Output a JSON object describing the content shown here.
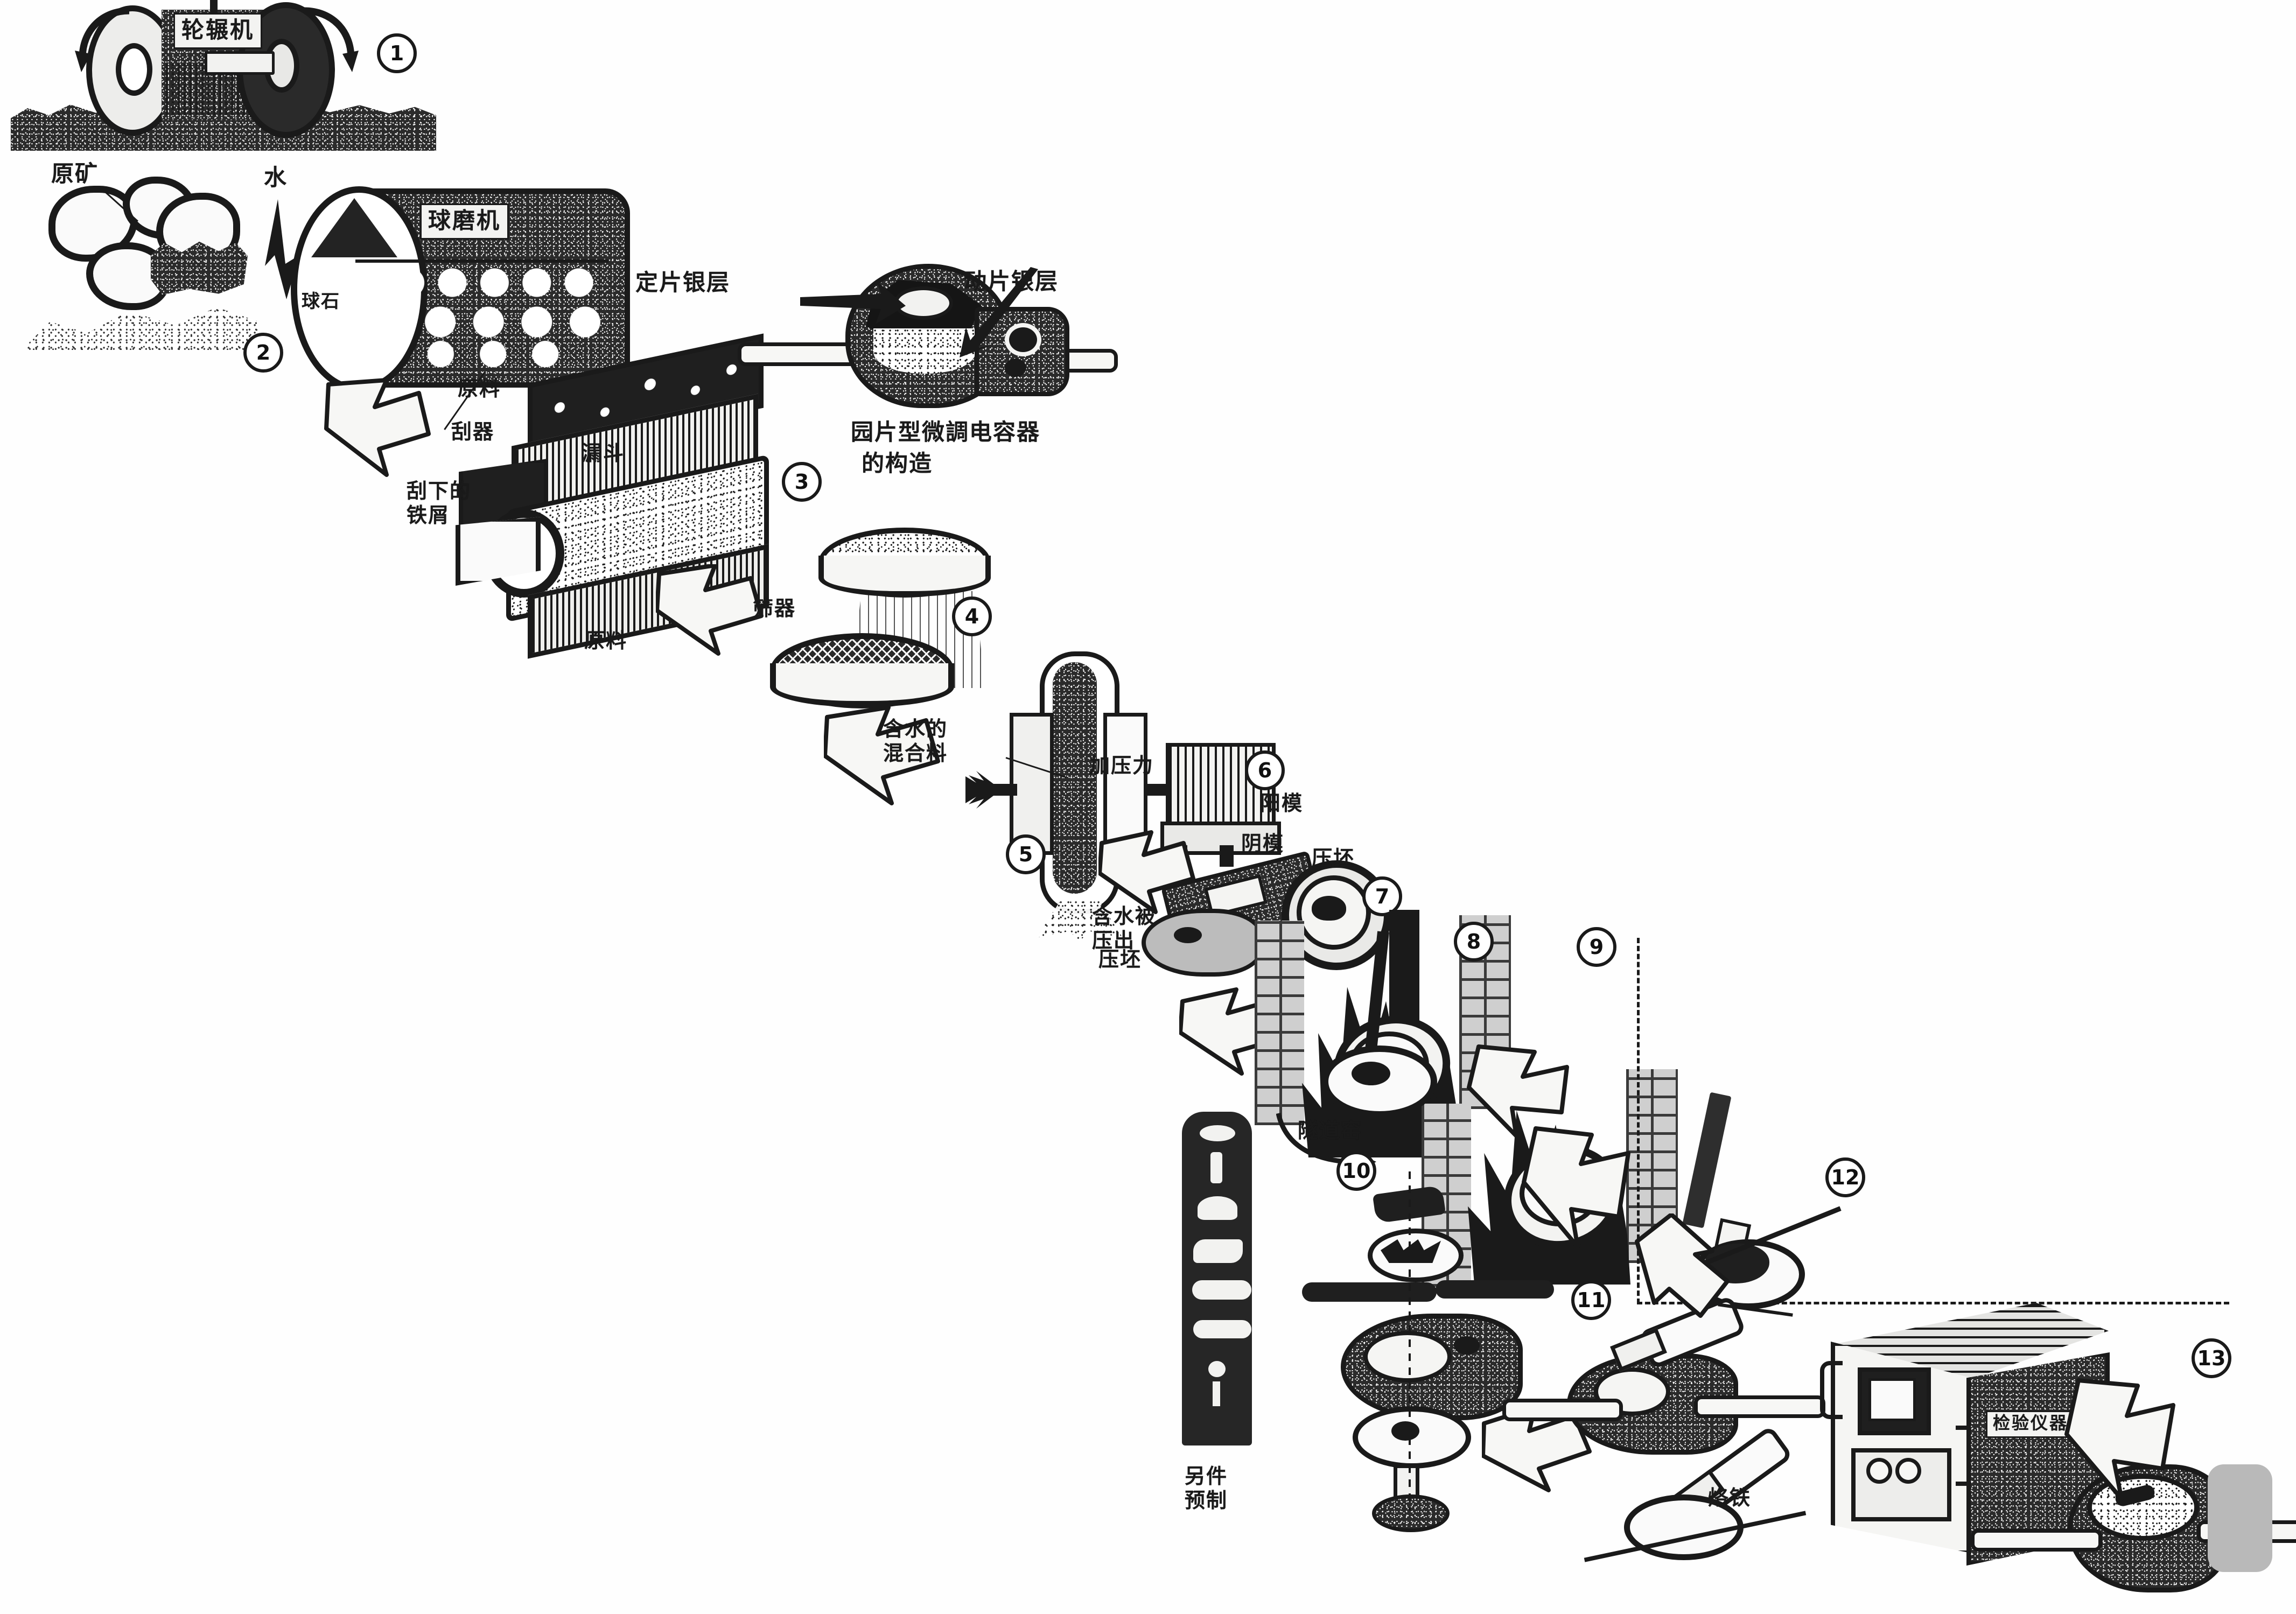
{
  "document": {
    "kind": "process-flow-illustration",
    "subject": "园片型微调电容器的生产工艺流程",
    "language": "zh-Hans",
    "palette": {
      "ink": "#1a1a1a",
      "paper": "#fefefe",
      "midtone": "#8a8a8a",
      "shadow": "#2b2b2b"
    }
  },
  "steps": [
    {
      "number": "1",
      "label": "轮辗机",
      "note": ""
    },
    {
      "number": "2",
      "label": "球磨机",
      "note": ""
    },
    {
      "number": "3",
      "label": "",
      "note": ""
    },
    {
      "number": "4",
      "label": "筛器",
      "note": ""
    },
    {
      "number": "5",
      "label": "",
      "note": ""
    },
    {
      "number": "6",
      "label": "",
      "note": ""
    },
    {
      "number": "7",
      "label": "",
      "note": ""
    },
    {
      "number": "8",
      "label": "",
      "note": ""
    },
    {
      "number": "9",
      "label": "",
      "note": ""
    },
    {
      "number": "10",
      "label": "",
      "note": ""
    },
    {
      "number": "11",
      "label": "",
      "note": ""
    },
    {
      "number": "12",
      "label": "",
      "note": ""
    },
    {
      "number": "13",
      "label": "",
      "note": ""
    }
  ],
  "labels": {
    "roller_mill": "轮辗机",
    "raw_ore": "原矿",
    "water": "水",
    "ball_mill": "球磨机",
    "grinding_stones": "球石",
    "raw_material_top": "原料",
    "scraper": "刮器",
    "hopper": "漏斗",
    "scraped_iron_filings": "刮下的\n铁屑",
    "raw_material_bottom": "原料",
    "sieve": "筛器",
    "wet_mixture": "含水的\n混合料",
    "apply_pressure": "加压力",
    "water_pressed_out": "含水被\n压出",
    "male_die": "阳模",
    "female_die": "阴模",
    "pressed_blank": "压坯",
    "tunnel_kiln": "隧道窑",
    "parts_prefabrication": "另件\n预制",
    "soldering_iron": "烙铁",
    "test_instrument": "检验仪器"
  },
  "capacitor_detail": {
    "stator_silver_layer": "定片银层",
    "rotor_silver_layer": "动片银层",
    "caption_line1": "园片型微調电容器",
    "caption_line2": "的构造"
  }
}
